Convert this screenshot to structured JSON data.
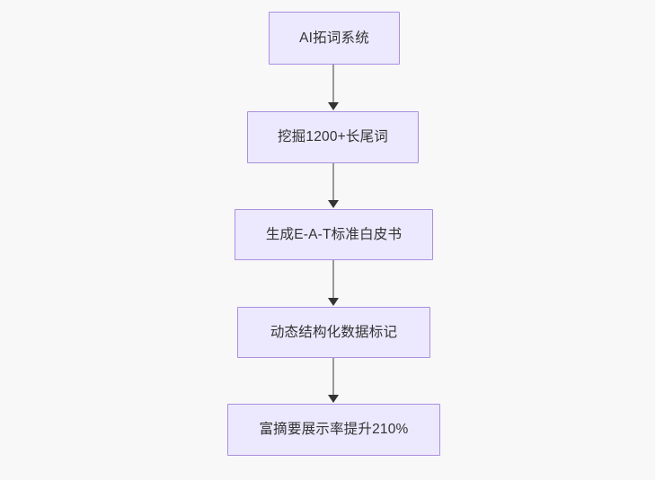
{
  "diagram": {
    "type": "flowchart",
    "orientation": "top-to-bottom",
    "background_color": "#f8f8f8",
    "node_fill_color": "#ece8fd",
    "node_border_color": "#ab8fe0",
    "node_text_color": "#333333",
    "connector_line_color": "#999999",
    "connector_arrow_color": "#333333",
    "nodes": [
      {
        "id": "n0",
        "label": "AI拓词系统"
      },
      {
        "id": "n1",
        "label": "挖掘1200+长尾词"
      },
      {
        "id": "n2",
        "label": "生成E-A-T标准白皮书"
      },
      {
        "id": "n3",
        "label": "动态结构化数据标记"
      },
      {
        "id": "n4",
        "label": "富摘要展示率提升210%"
      }
    ],
    "edges": [
      {
        "from": "n0",
        "to": "n1",
        "label": ""
      },
      {
        "from": "n1",
        "to": "n2",
        "label": ""
      },
      {
        "from": "n2",
        "to": "n3",
        "label": ""
      },
      {
        "from": "n3",
        "to": "n4",
        "label": ""
      }
    ]
  }
}
